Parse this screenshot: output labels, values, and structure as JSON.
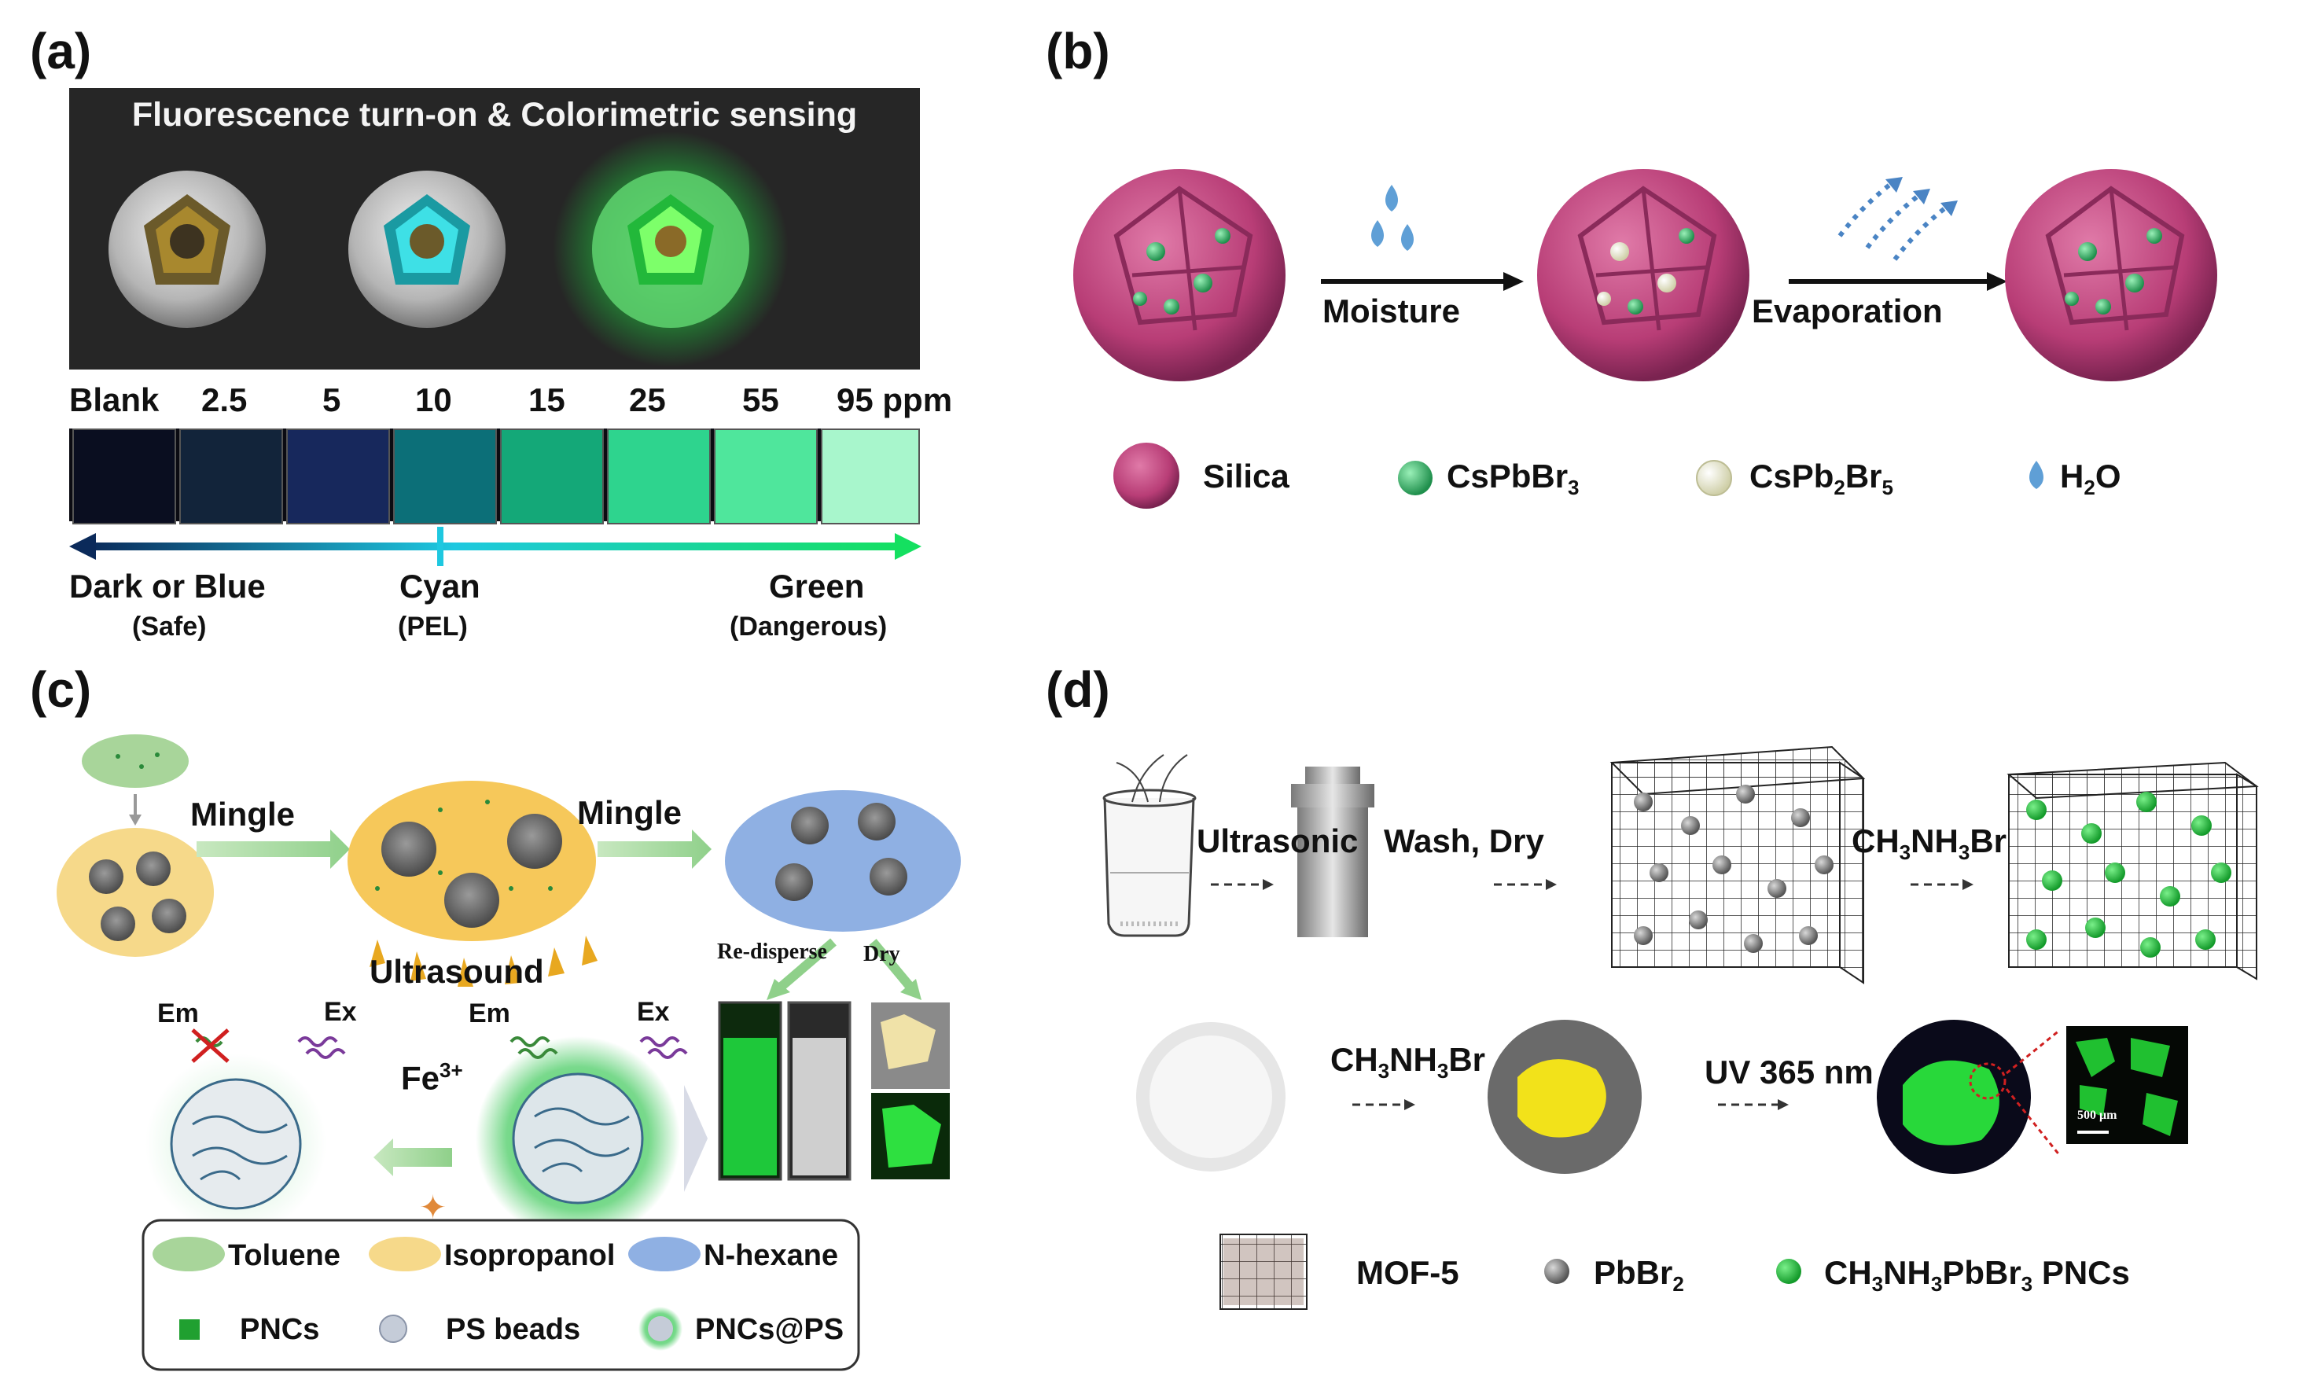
{
  "panels": {
    "a": {
      "label": "(a)",
      "banner": "Fluorescence turn-on & Colorimetric sensing",
      "concentrations": [
        "Blank",
        "2.5",
        "5",
        "10",
        "15",
        "25",
        "55",
        "95 ppm"
      ],
      "swatch_colors": [
        "#0a0e20",
        "#12243a",
        "#17285c",
        "#0c6f78",
        "#14a878",
        "#2ed48e",
        "#4fe69c",
        "#a8f6cc"
      ],
      "scale": [
        {
          "name": "Dark or Blue",
          "note": "(Safe)"
        },
        {
          "name": "Cyan",
          "note": "(PEL)"
        },
        {
          "name": "Green",
          "note": "(Dangerous)"
        }
      ]
    },
    "b": {
      "label": "(b)",
      "step1": "Moisture",
      "step2": "Evaporation",
      "legend": {
        "silica": "Silica",
        "cspbbr3": {
          "main": "CsPbBr",
          "sub": "3"
        },
        "cspb2br5": {
          "p1": "CsPb",
          "s1": "2",
          "p2": "Br",
          "s2": "5"
        },
        "h2o": {
          "p1": "H",
          "s1": "2",
          "p2": "O"
        }
      }
    },
    "c": {
      "label": "(c)",
      "mingle1": "Mingle",
      "mingle2": "Mingle",
      "ultrasound": "Ultrasound",
      "redisperse": "Re-disperse",
      "dry": "Dry",
      "em1": "Em",
      "ex1": "Ex",
      "em2": "Em",
      "ex2": "Ex",
      "fe": {
        "main": "Fe",
        "sup": "3+"
      },
      "legend": {
        "toluene": "Toluene",
        "isopropanol": "Isopropanol",
        "nhexane": "N-hexane",
        "pncs": "PNCs",
        "psbeads": "PS beads",
        "pncsps": "PNCs@PS"
      }
    },
    "d": {
      "label": "(d)",
      "ultrasonic": "Ultrasonic",
      "washdry": "Wash, Dry",
      "reagent1": {
        "p1": "CH",
        "s1": "3",
        "p2": "NH",
        "s2": "3",
        "p3": "Br"
      },
      "reagent2": {
        "p1": "CH",
        "s1": "3",
        "p2": "NH",
        "s2": "3",
        "p3": "Br"
      },
      "uv": "UV 365 nm",
      "scalebar": "500 μm",
      "legend": {
        "mof": "MOF-5",
        "pbbr2": {
          "p1": "PbBr",
          "s1": "2"
        },
        "pncs": {
          "p1": "CH",
          "s1": "3",
          "p2": "NH",
          "s2": "3",
          "p3": "PbBr",
          "s3": "3",
          "p4": " PNCs"
        }
      }
    }
  },
  "colors": {
    "silica": "#c2427e",
    "green_dot": "#2fb36a",
    "water": "#5f9fd6",
    "toluene": "#a8d59a",
    "isopropanol": "#f6d98a",
    "nhexane": "#8fb0e3",
    "pnc_green": "#20c040"
  }
}
